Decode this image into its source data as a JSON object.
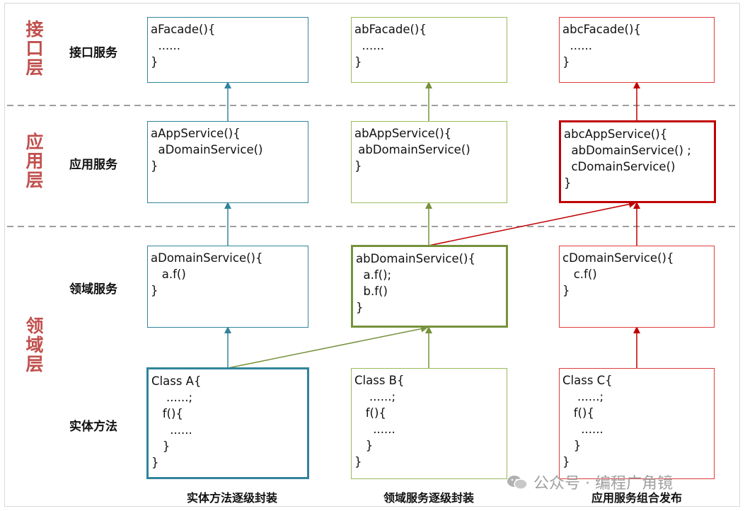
{
  "layers": [
    {
      "label": "接口层"
    },
    {
      "label": "应用层"
    },
    {
      "label": "领域层"
    }
  ],
  "rows": [
    "接口服务",
    "应用服务",
    "领域服务",
    "实体方法"
  ],
  "columns": [
    "实体方法逐级封装",
    "领域服务逐级封装",
    "应用服务组合发布"
  ],
  "boxes": {
    "a_facade": [
      "aFacade(){",
      "  ......",
      "}"
    ],
    "ab_facade": [
      "abFacade(){",
      "  ......",
      "}"
    ],
    "abc_facade": [
      "abcFacade(){",
      "  ......",
      "}"
    ],
    "a_app": [
      "aAppService(){",
      "  aDomainService()",
      "}"
    ],
    "ab_app": [
      "abAppService(){",
      " abDomainService()",
      "}"
    ],
    "abc_app": [
      "abcAppService(){",
      "  abDomainService() ;",
      "  cDomainService()",
      "}"
    ],
    "a_domain": [
      "aDomainService(){",
      "   a.f()",
      "}"
    ],
    "ab_domain": [
      "abDomainService(){",
      "  a.f();",
      "  b.f()",
      "}"
    ],
    "c_domain": [
      "cDomainService(){",
      "   c.f()",
      "}"
    ],
    "class_a": [
      "Class A{",
      "    ......;",
      "   f(){",
      "     ......",
      "   }",
      "}"
    ],
    "class_b": [
      "Class B{",
      "    ......;",
      "   f(){",
      "     ......",
      "   }",
      "}"
    ],
    "class_c": [
      "Class C{",
      "    ......;",
      "   f(){",
      "     ......",
      "   }",
      "}"
    ]
  },
  "colors": {
    "blue": "#31859c",
    "green": "#9bbb59",
    "red": "#e03c3c",
    "layer_label": "#c0504d",
    "divider": "#7f7f7f"
  },
  "watermark": "公众号 · 编程广角镜"
}
